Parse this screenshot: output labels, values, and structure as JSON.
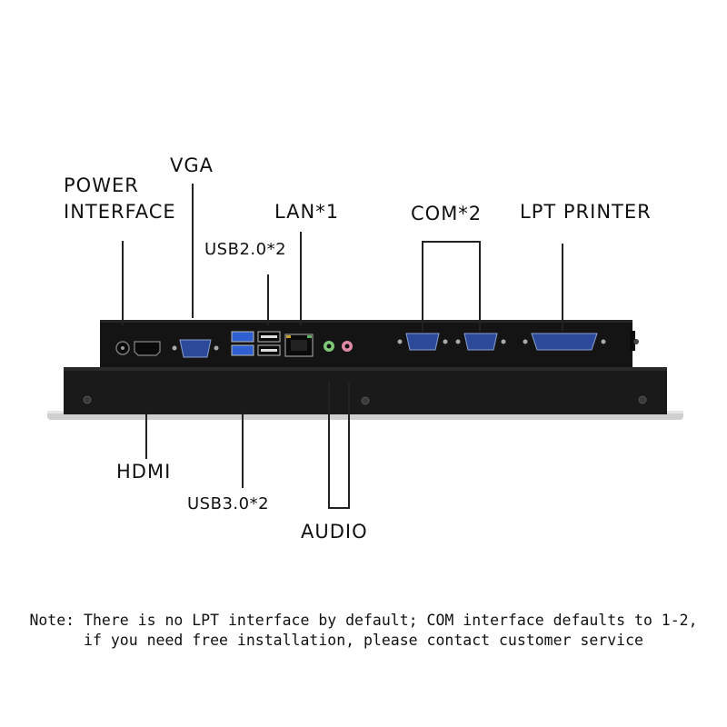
{
  "labels": {
    "power_line1": "POWER",
    "power_line2": "INTERFACE",
    "vga": "VGA",
    "lan": "LAN*1",
    "com": "COM*2",
    "lpt": "LPT PRINTER",
    "usb20": "USB2.0*2",
    "hdmi": "HDMI",
    "usb30": "USB3.0*2",
    "audio": "AUDIO"
  },
  "note": {
    "line1": "Note: There is no LPT interface by default; COM interface defaults to 1-2,",
    "line2": "if you need free installation, please contact customer service"
  },
  "colors": {
    "device_body": "#141414",
    "device_panel": "#1c1c1c",
    "vga_port": "#2d4a9a",
    "usb3_port": "#2f5fd0",
    "audio_green": "#7ec87a",
    "audio_pink": "#e08aa8",
    "silver_bezel": "#c9c9c9"
  }
}
